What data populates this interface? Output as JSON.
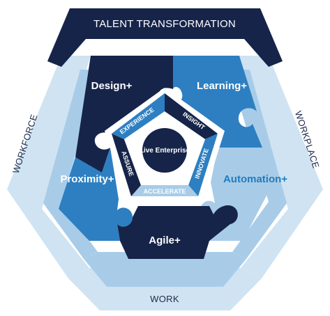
{
  "colors": {
    "navy": "#16244a",
    "blue": "#2d7fc1",
    "light_blue": "#a8cce8",
    "pale_blue": "#cfe3f2",
    "accent_text": "#2a7fc2"
  },
  "outer_ring": {
    "top": "TALENT TRANSFORMATION",
    "left": "WORKFORCE",
    "right": "WORKPLACE",
    "bottom": "WORK"
  },
  "pieces": {
    "top_left": "Design+",
    "top_right": "Learning+",
    "left": "Proximity+",
    "right": "Automation+",
    "bottom": "Agile+"
  },
  "core": {
    "center": "Live Enterprise",
    "experience": "EXPERIENCE",
    "insight": "INSIGHT",
    "innovate": "INNOVATE",
    "accelerate": "ACCELERATE",
    "assure": "ASSURE"
  }
}
